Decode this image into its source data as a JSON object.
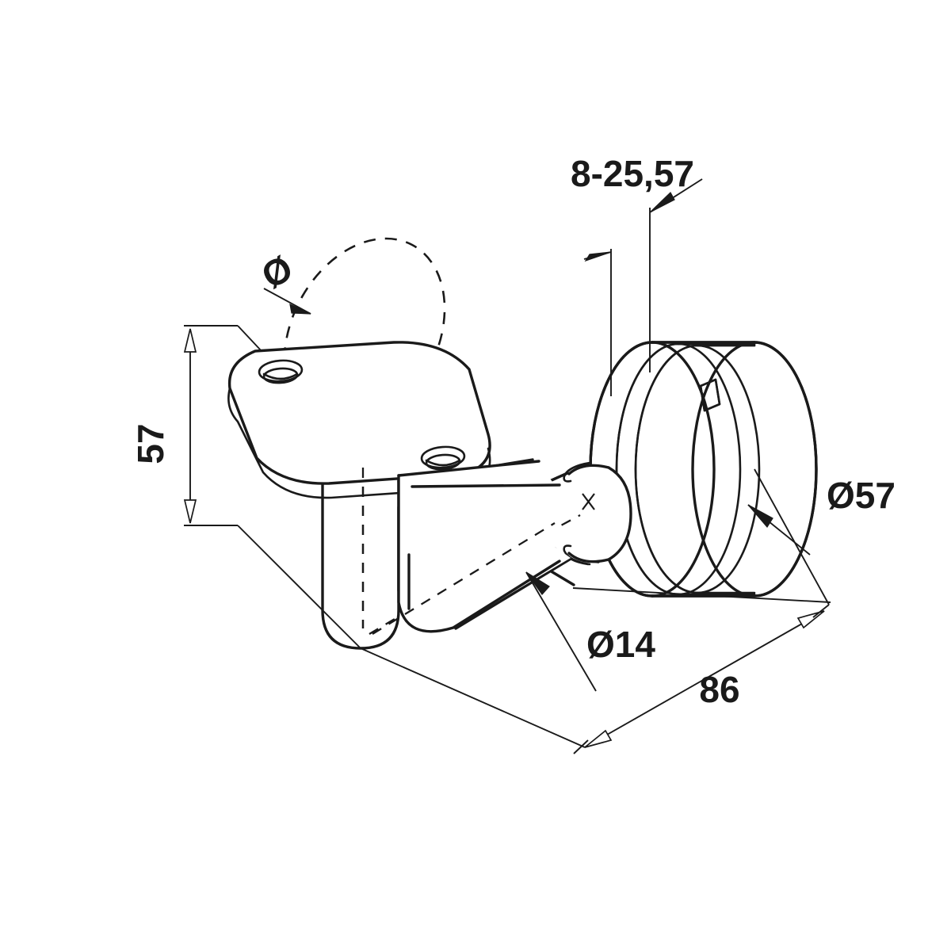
{
  "drawing": {
    "title": "Handrail bracket with glass clamp disc - dimensioned isometric technical drawing",
    "type": "engineering-line-drawing",
    "background_color": "#ffffff",
    "line_color": "#1a1a1a",
    "projection": "isometric"
  },
  "dimensions": {
    "glass_thickness": {
      "label": "8-25,57",
      "name": "glass-thickness-range",
      "position": "top-center-right"
    },
    "handrail_diameter": {
      "label": "Ø",
      "name": "handrail-tube-diameter",
      "position": "upper-left",
      "note": "diameter symbol with leader to hidden tube ellipse"
    },
    "bracket_height": {
      "label": "57",
      "name": "bracket-height",
      "position": "left",
      "orientation": "vertical-rotated"
    },
    "disc_diameter": {
      "label": "Ø57",
      "name": "clamp-disc-diameter",
      "position": "right"
    },
    "stem_diameter": {
      "label": "Ø14",
      "name": "stem-tube-diameter",
      "position": "lower-center"
    },
    "projection_depth": {
      "label": "86",
      "name": "overall-projection-depth",
      "position": "lower-right"
    }
  },
  "features": [
    {
      "name": "saddle-plate",
      "description": "rounded rectangular top saddle plate with two countersunk holes"
    },
    {
      "name": "countersunk-hole-left",
      "description": "countersunk fixing hole, left of saddle"
    },
    {
      "name": "countersunk-hole-right",
      "description": "countersunk fixing hole, right of saddle"
    },
    {
      "name": "hidden-handrail-tube",
      "description": "dashed ellipse showing handrail tube cross section"
    },
    {
      "name": "bracket-arm",
      "description": "L-shaped bent arm from saddle down and across to disc"
    },
    {
      "name": "stem-tube",
      "description": "cylindrical stem tube connecting arm to clamp disc"
    },
    {
      "name": "clamp-disc",
      "description": "round glass clamp disc with concentric rings"
    },
    {
      "name": "set-screw-detail",
      "description": "small rectangular grub screw boss on disc rim"
    }
  ]
}
